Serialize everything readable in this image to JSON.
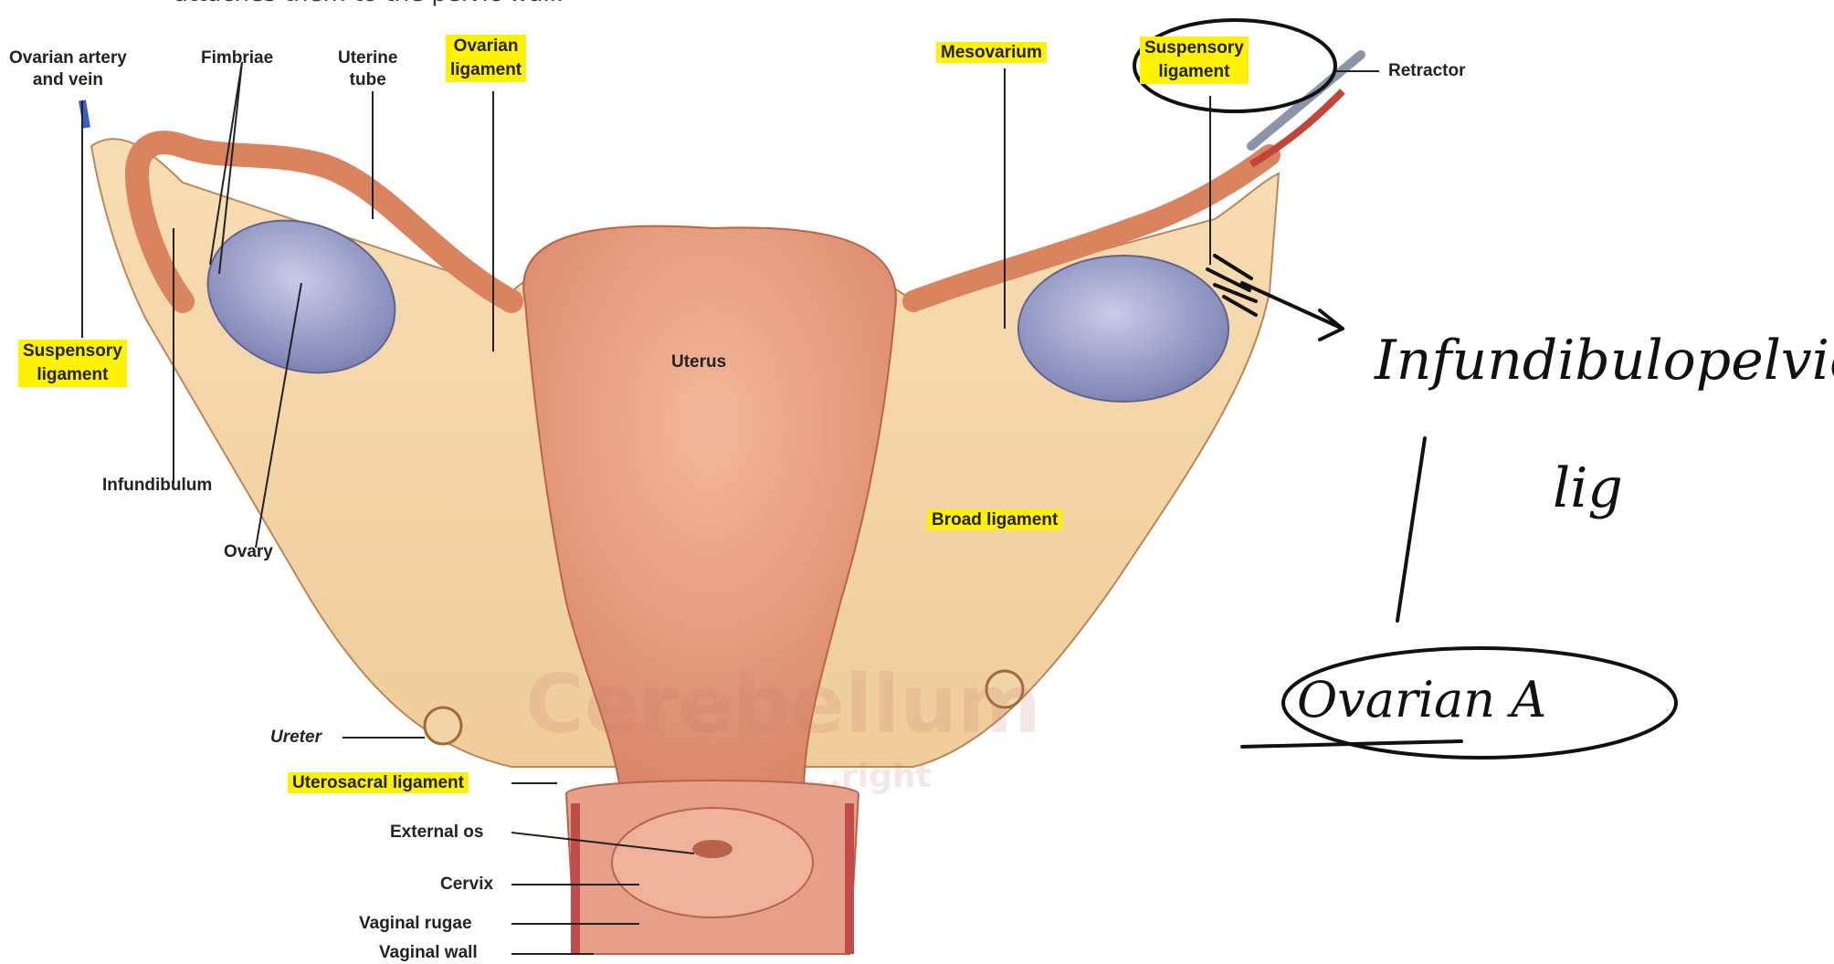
{
  "header_text": "attaches them to the pelvic wall.",
  "labels": {
    "ovarian_artery_vein": [
      "Ovarian artery",
      "and vein"
    ],
    "fimbriae": "Fimbriae",
    "uterine_tube": [
      "Uterine",
      "tube"
    ],
    "ovarian_ligament": [
      "Ovarian",
      "ligament"
    ],
    "mesovarium": "Mesovarium",
    "suspensory_ligament_right": [
      "Suspensory",
      "ligament"
    ],
    "retractor": "Retractor",
    "suspensory_ligament_left": [
      "Suspensory",
      "ligament"
    ],
    "infundibulum": "Infundibulum",
    "ovary": "Ovary",
    "uterus": "Uterus",
    "broad_ligament": "Broad ligament",
    "ureter": "Ureter",
    "uterosacral_ligament": "Uterosacral ligament",
    "external_os": "External os",
    "cervix": "Cervix",
    "vaginal_rugae": "Vaginal rugae",
    "vaginal_wall": "Vaginal wall"
  },
  "annotations": {
    "line1": "Infundibulopelvic",
    "line2": "lig",
    "circled": "Ovarian A"
  },
  "watermark": {
    "name": "Cerebellum",
    "tagline": "...right"
  },
  "colors": {
    "highlight": "#fff200",
    "tissue": "#e59a7c",
    "ligament": "#f3d6a8",
    "ovary": "#9fa3c8",
    "ink": "#111111"
  }
}
